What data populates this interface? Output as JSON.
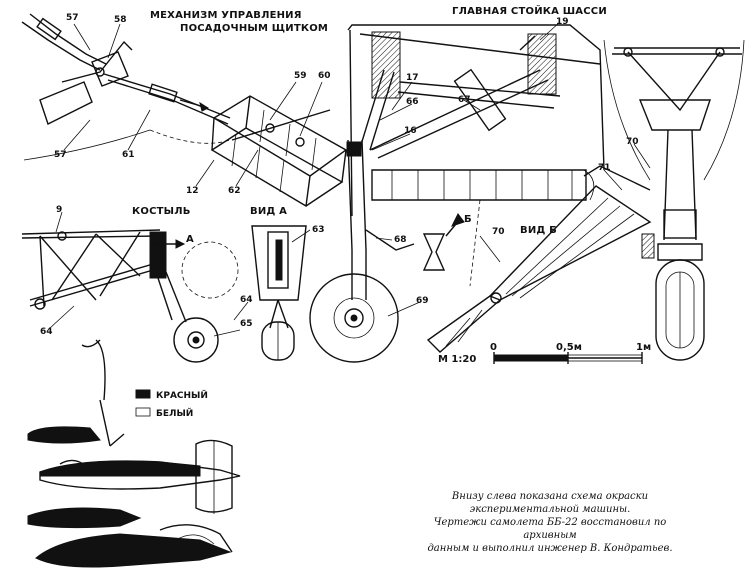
{
  "headings": {
    "flap_mechanism_line1": "МЕХАНИЗМ УПРАВЛЕНИЯ",
    "flap_mechanism_line2": "ПОСАДОЧНЫМ ЩИТКОМ",
    "main_gear": "ГЛАВНАЯ СТОЙКА ШАССИ",
    "tail_skid": "КОСТЫЛЬ",
    "view_a": "ВИД А",
    "view_b": "ВИД Б"
  },
  "callouts": {
    "n57a": "57",
    "n58": "58",
    "n59": "59",
    "n60": "60",
    "n57b": "57",
    "n61": "61",
    "n12": "12",
    "n62": "62",
    "n19": "19",
    "n17": "17",
    "n66": "66",
    "n67": "67",
    "n16": "16",
    "n9": "9",
    "n64a": "64",
    "n64b": "64",
    "n65": "65",
    "n63": "63",
    "n68": "68",
    "n69": "69",
    "n70a": "70",
    "n70b": "70",
    "n71": "71"
  },
  "arrows": {
    "a": "А",
    "b": "Б"
  },
  "scale": {
    "label": "М 1:20",
    "t0": "0",
    "t1": "0,5м",
    "t2": "1м"
  },
  "legend": {
    "red": "КРАСНЫЙ",
    "white": "БЕЛЫЙ"
  },
  "caption": {
    "line1": "Внизу слева показана схема окраски",
    "line2": "экспериментальной машины.",
    "line3": "Чертежи самолета ББ-22 восстановил по архивным",
    "line4": "данным и выполнил инженер В. Кондратьев."
  },
  "colors": {
    "ink": "#111111",
    "paper": "#ffffff"
  }
}
